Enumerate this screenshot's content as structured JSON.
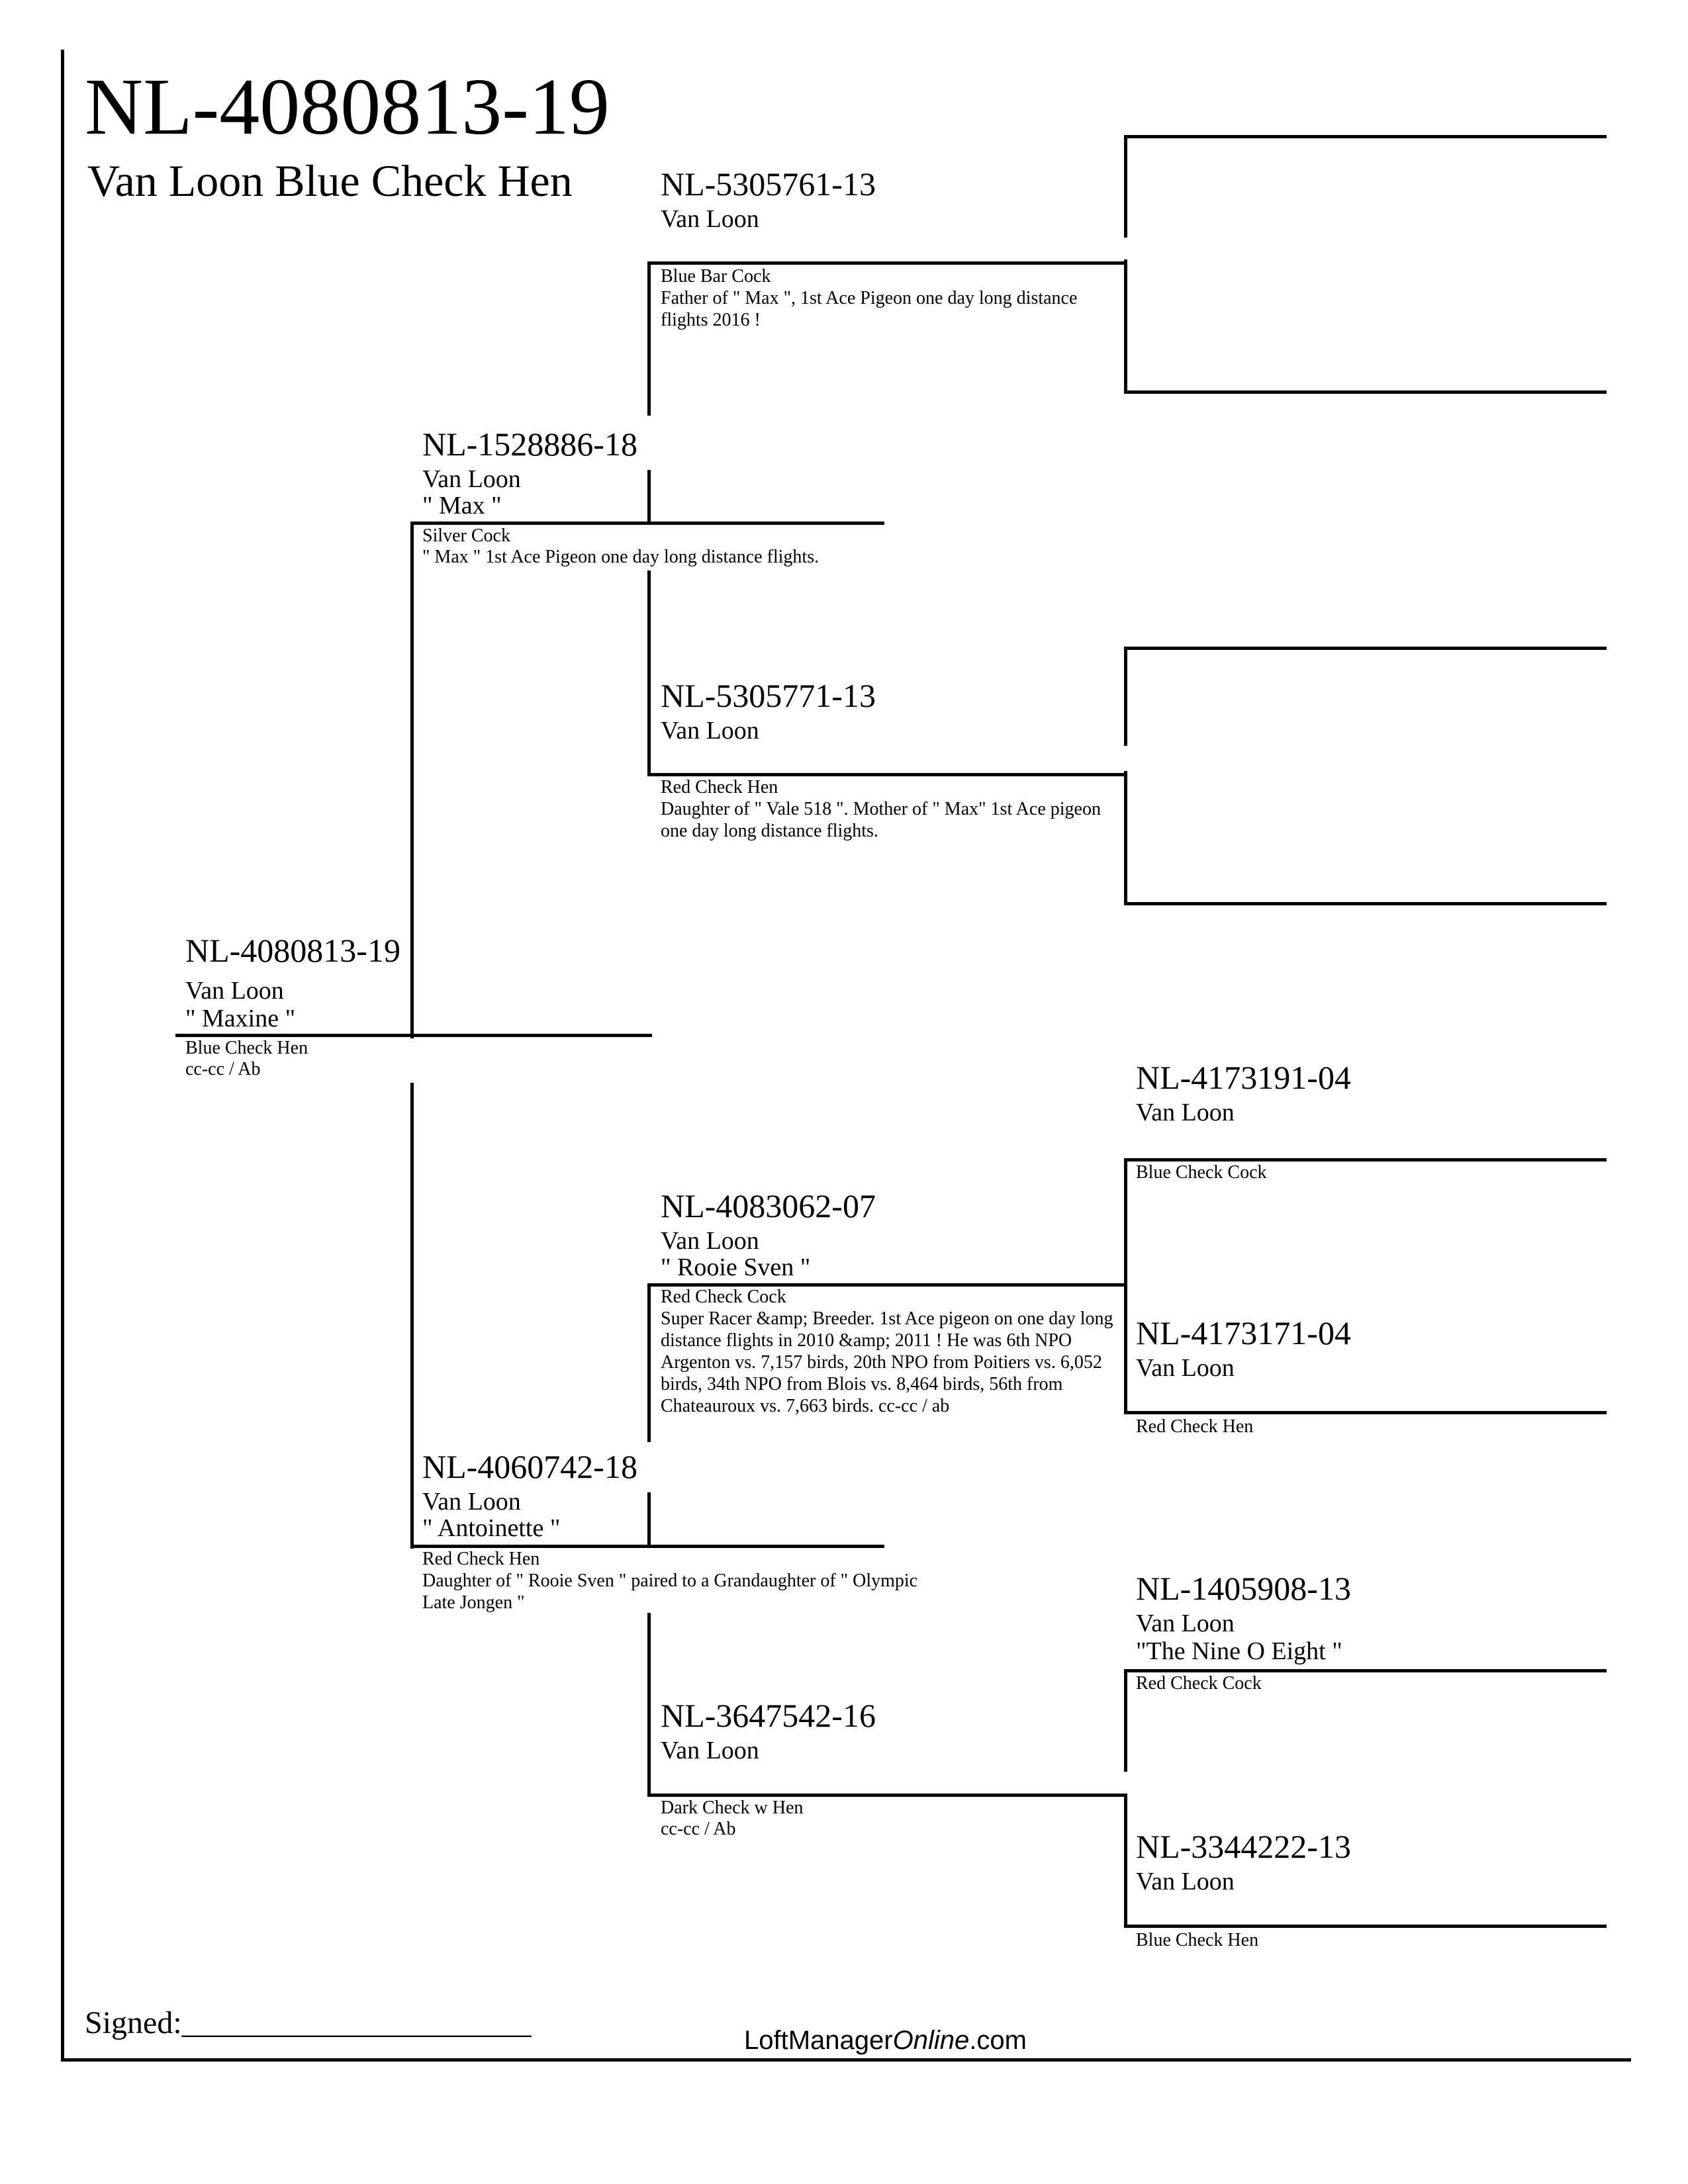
{
  "header": {
    "ring_number": "NL-4080813-19",
    "description": "Van Loon Blue Check Hen"
  },
  "pedigree": {
    "subject": {
      "ring": "NL-4080813-19",
      "owner": "Van Loon",
      "nickname": "\" Maxine \"",
      "color": "Blue Check Hen",
      "notes": "cc-cc / Ab"
    },
    "sire": {
      "ring": "NL-1528886-18",
      "owner": "Van Loon",
      "nickname": "\" Max \"",
      "color": "Silver Cock",
      "notes": "\" Max \" 1st Ace Pigeon one day long distance flights."
    },
    "dam": {
      "ring": "NL-4060742-18",
      "owner": "Van Loon",
      "nickname": "\" Antoinette \"",
      "color": "Red Check Hen",
      "notes": "Daughter of \" Rooie Sven \" paired to a Grandaughter of \" Olympic Late Jongen \""
    },
    "sire_sire": {
      "ring": "NL-5305761-13",
      "owner": "Van Loon",
      "color": "Blue Bar Cock",
      "notes": "Father of \" Max \", 1st Ace Pigeon one day long distance flights 2016 !"
    },
    "sire_dam": {
      "ring": "NL-5305771-13",
      "owner": "Van Loon",
      "color": "Red Check Hen",
      "notes": "Daughter of \" Vale 518 \". Mother of \" Max\" 1st Ace pigeon one day long distance flights."
    },
    "dam_sire": {
      "ring": "NL-4083062-07",
      "owner": "Van Loon",
      "nickname": "\" Rooie Sven \"",
      "color": "Red Check Cock",
      "notes": "Super Racer &amp; Breeder. 1st Ace pigeon on one day long distance flights in 2010 &amp; 2011 ! He was 6th NPO Argenton vs. 7,157 birds, 20th NPO from Poitiers vs. 6,052 birds, 34th NPO from Blois vs. 8,464 birds, 56th from Chateauroux vs. 7,663 birds.   cc-cc / ab"
    },
    "dam_dam": {
      "ring": "NL-3647542-16",
      "owner": "Van Loon",
      "color": "Dark Check w Hen",
      "notes": "cc-cc / Ab"
    },
    "dam_sire_sire": {
      "ring": "NL-4173191-04",
      "owner": "Van Loon",
      "color": "Blue Check Cock"
    },
    "dam_sire_dam": {
      "ring": "NL-4173171-04",
      "owner": "Van Loon",
      "color": "Red Check Hen"
    },
    "dam_dam_sire": {
      "ring": "NL-1405908-13",
      "owner": "Van Loon",
      "nickname": "\"The Nine O Eight \"",
      "color": "Red Check Cock"
    },
    "dam_dam_dam": {
      "ring": "NL-3344222-13",
      "owner": "Van Loon",
      "color": "Blue Check Hen"
    }
  },
  "footer": {
    "signed_label": "Signed:",
    "signed_line": "______________________",
    "brand_prefix": "LoftManager",
    "brand_italic": "Online",
    "brand_suffix": ".com"
  }
}
